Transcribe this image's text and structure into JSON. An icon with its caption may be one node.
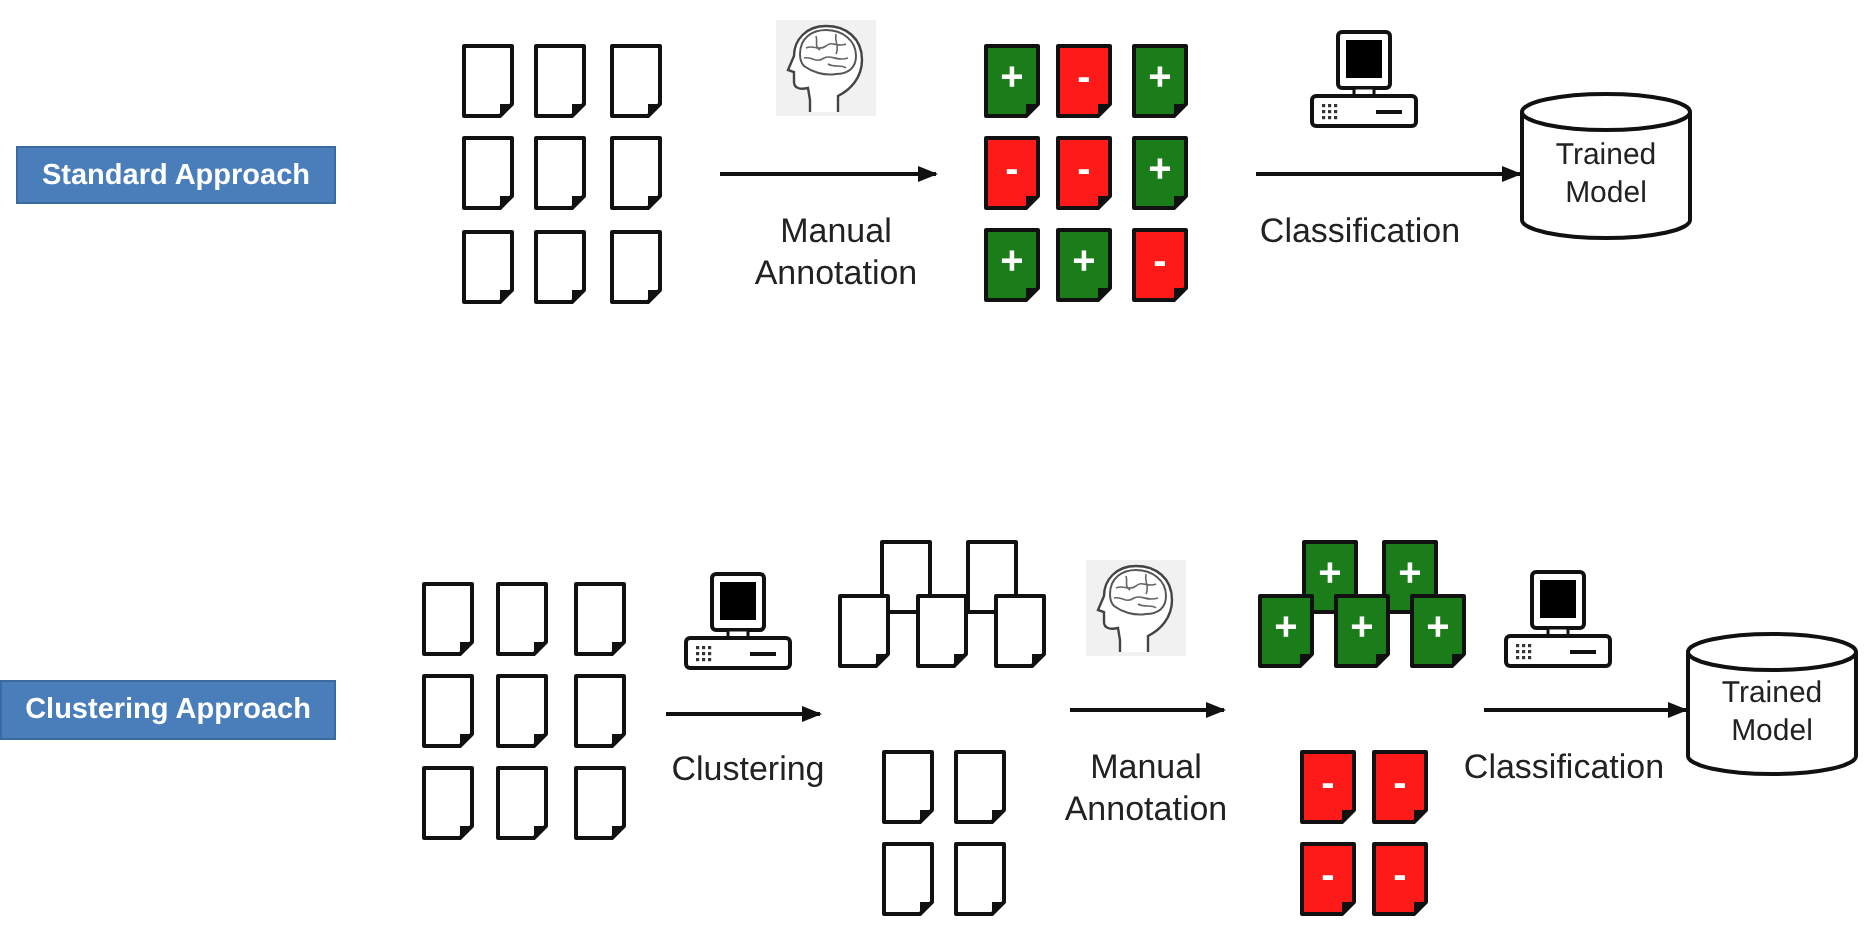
{
  "diagram": {
    "nodes": [
      {
        "text": [
          "Standard Approach"
        ]
      },
      {
        "text": [],
        "shape": "stack"
      },
      {
        "text": [],
        "shape": "stack"
      },
      {
        "text": [
          "+"
        ],
        "in": 2
      },
      {
        "text": [
          "-"
        ],
        "in": 2
      },
      {
        "text": [
          "+"
        ],
        "in": 2
      },
      {
        "text": [
          "-"
        ],
        "in": 2
      },
      {
        "text": [
          "-"
        ],
        "in": 2
      },
      {
        "text": [
          "+"
        ],
        "in": 2
      },
      {
        "text": [
          "+"
        ],
        "in": 2
      },
      {
        "text": [
          "+"
        ],
        "in": 2
      },
      {
        "text": [
          "-"
        ],
        "in": 2
      },
      {
        "text": [
          "Trained Model"
        ]
      },
      {
        "text": [
          "Clustering Approach"
        ]
      },
      {
        "text": [],
        "shape": "stack"
      },
      {
        "text": [],
        "shape": "stack"
      },
      {
        "text": [],
        "shape": "stack"
      },
      {
        "text": [
          "+"
        ],
        "in": 16
      },
      {
        "text": [
          "+"
        ],
        "in": 16
      },
      {
        "text": [
          "+"
        ],
        "in": 16
      },
      {
        "text": [
          "+"
        ],
        "in": 16
      },
      {
        "text": [
          "+"
        ],
        "in": 16
      },
      {
        "text": [
          "-"
        ],
        "in": 16
      },
      {
        "text": [
          "-"
        ],
        "in": 16
      },
      {
        "text": [
          "-"
        ],
        "in": 16
      },
      {
        "text": [
          "-"
        ],
        "in": 16
      },
      {
        "text": [
          "Trained Model"
        ]
      }
    ],
    "edges": [
      {
        "from": 1,
        "to": 2,
        "arrow": "to",
        "label": "Manual Annotation"
      },
      {
        "from": 2,
        "to": 12,
        "arrow": "to",
        "label": "Classification"
      },
      {
        "from": 14,
        "to": 15,
        "arrow": "to",
        "label": "Clustering"
      },
      {
        "from": 15,
        "to": 16,
        "arrow": "to",
        "label": "Manual Annotation"
      },
      {
        "from": 16,
        "to": 26,
        "arrow": "to",
        "label": "Classification"
      }
    ]
  }
}
